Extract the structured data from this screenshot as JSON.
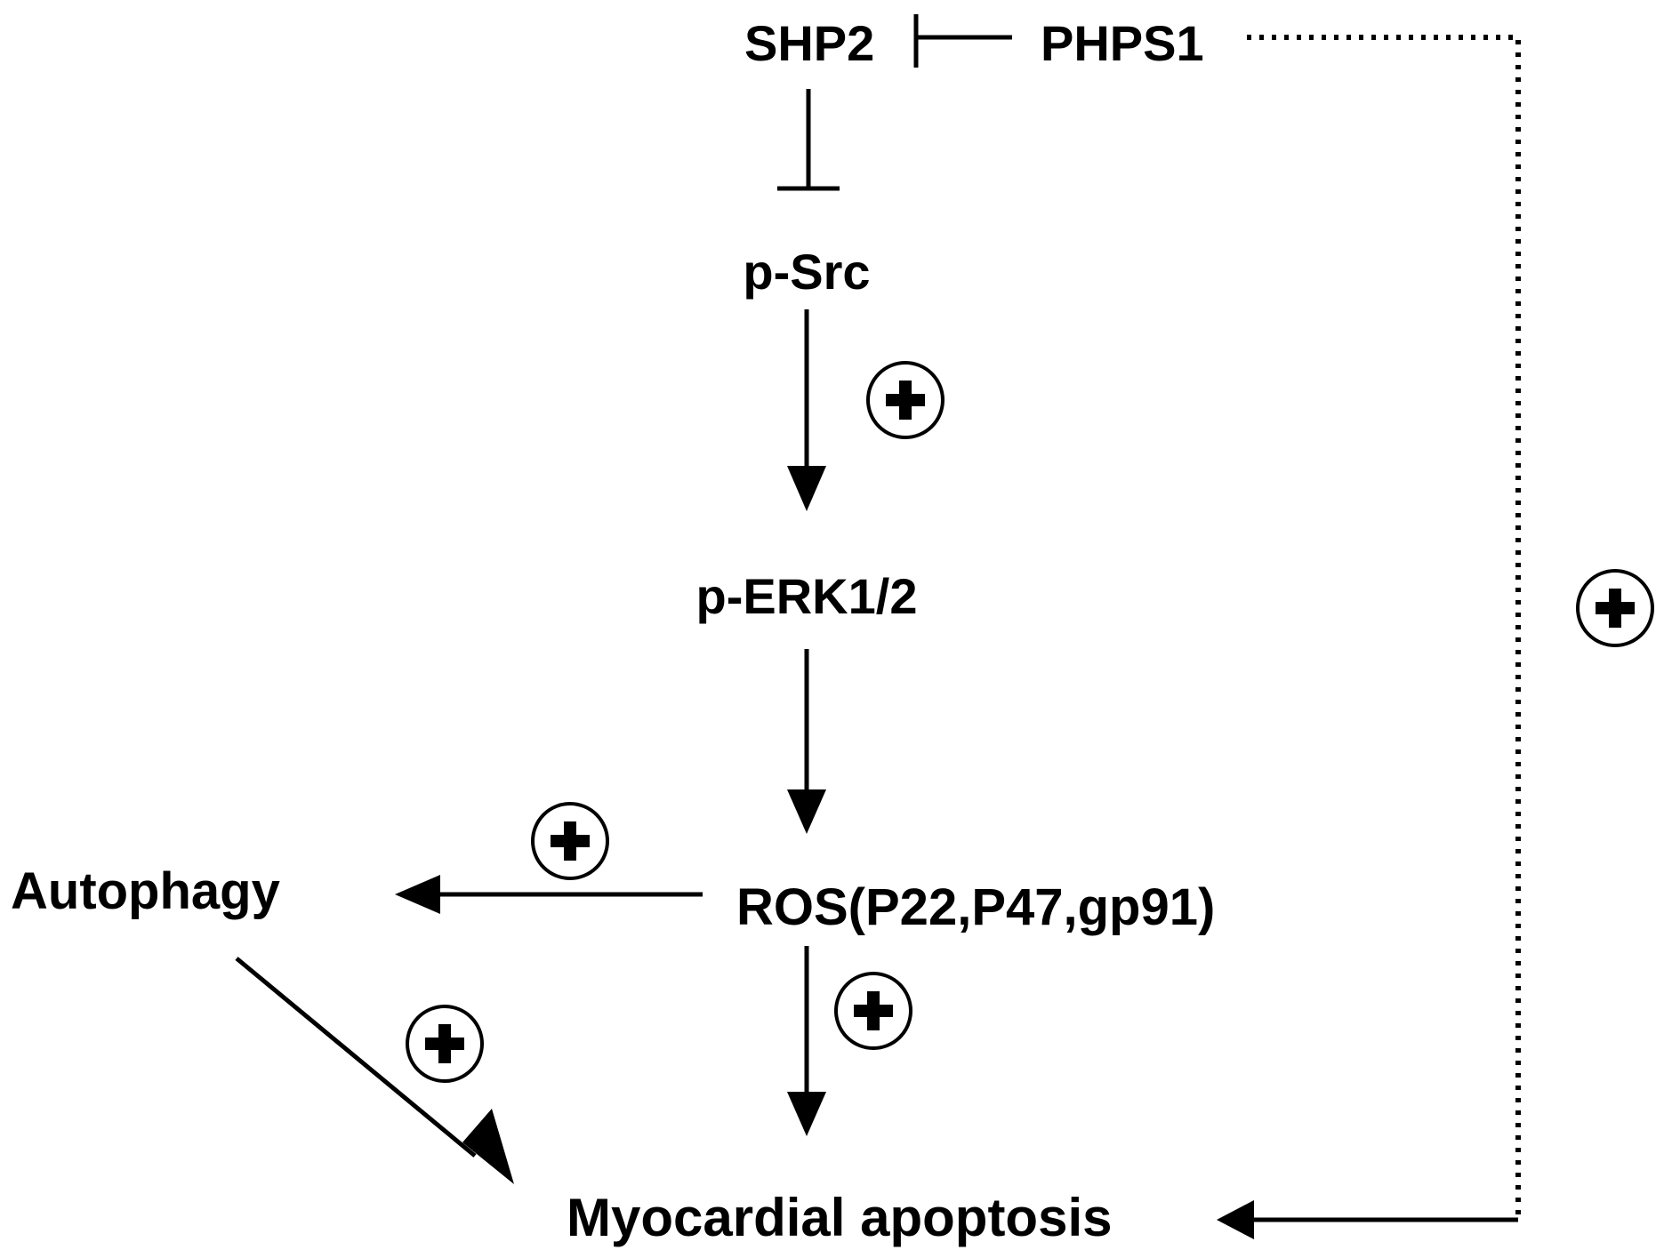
{
  "nodes": {
    "shp2": "SHP2",
    "phps1": "PHPS1",
    "psrc": "p-Src",
    "perk": "p-ERK1/2",
    "ros": "ROS(P22,P47,gp91)",
    "autophagy": "Autophagy",
    "apoptosis": "Myocardial apoptosis"
  },
  "edges": [
    {
      "from": "PHPS1",
      "to": "SHP2",
      "effect": "inhibition",
      "style": "solid"
    },
    {
      "from": "SHP2",
      "to": "p-Src",
      "effect": "inhibition",
      "style": "solid"
    },
    {
      "from": "p-Src",
      "to": "p-ERK1/2",
      "effect": "activation",
      "style": "solid",
      "sign": "+"
    },
    {
      "from": "p-ERK1/2",
      "to": "ROS(P22,P47,gp91)",
      "effect": "activation",
      "style": "solid"
    },
    {
      "from": "ROS(P22,P47,gp91)",
      "to": "Autophagy",
      "effect": "activation",
      "style": "solid",
      "sign": "+"
    },
    {
      "from": "ROS(P22,P47,gp91)",
      "to": "Myocardial apoptosis",
      "effect": "activation",
      "style": "solid",
      "sign": "+"
    },
    {
      "from": "Autophagy",
      "to": "Myocardial apoptosis",
      "effect": "activation",
      "style": "solid",
      "sign": "+"
    },
    {
      "from": "PHPS1",
      "to": "Myocardial apoptosis",
      "effect": "activation",
      "style": "dotted",
      "sign": "+"
    }
  ],
  "colors": {
    "foreground": "#000000",
    "background": "#ffffff"
  }
}
